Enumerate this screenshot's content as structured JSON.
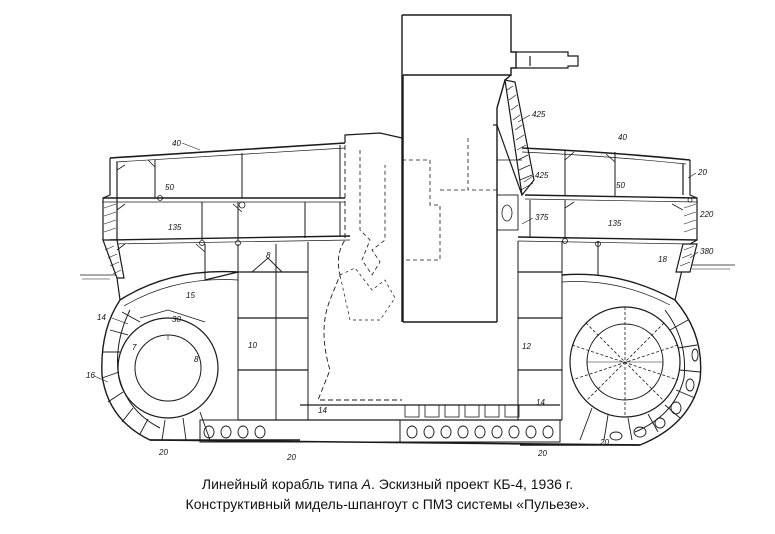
{
  "caption": {
    "line1_a": "Линейный корабль типа ",
    "line1_em": "А",
    "line1_b": ". Эскизный проект КБ-4, 1936 г.",
    "line2": "Конструктивный мидель-шпангоут с ПМЗ системы «Пульезе»."
  },
  "labels": {
    "l40a": "40",
    "l50a": "50",
    "l135a": "135",
    "l15": "15",
    "l30": "30",
    "l14a": "14",
    "l7": "7",
    "l8a": "8",
    "l16": "16",
    "l20a": "20",
    "l8b": "8",
    "l10": "10",
    "l14b": "14",
    "l20b": "20",
    "l425a": "425",
    "l425b": "425",
    "l40b": "40",
    "l20c": "20",
    "l50b": "50",
    "l220": "220",
    "l375": "375",
    "l135b": "135",
    "l380": "380",
    "l18": "18",
    "l12": "12",
    "l14c": "14",
    "l20d": "20",
    "l20e": "20"
  }
}
